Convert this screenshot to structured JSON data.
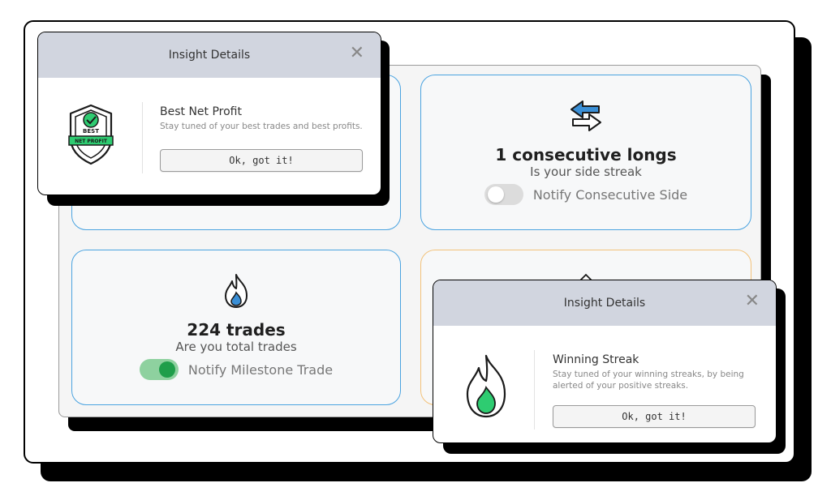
{
  "cards": {
    "consecutive": {
      "count": "1 consecutive longs",
      "subtitle": "Is your side streak",
      "toggle_label": "Notify Consecutive Side",
      "toggle_on": false,
      "icon": "swap-arrows-icon"
    },
    "trades": {
      "count": "224 trades",
      "subtitle": "Are you total trades",
      "toggle_label": "Notify Milestone Trade",
      "toggle_on": true,
      "icon": "flame-icon"
    }
  },
  "dialog_profit": {
    "title": "Insight Details",
    "close_glyph": "✕",
    "name": "Best Net Profit",
    "description": "Stay tuned of your best trades and best profits.",
    "button_label": "Ok, got it!",
    "badge_top": "BEST",
    "badge_bottom": "NET PROFIT",
    "icon": "best-net-profit-badge-icon"
  },
  "dialog_streak": {
    "title": "Insight Details",
    "close_glyph": "✕",
    "name": "Winning Streak",
    "description": "Stay tuned of your winning streaks, by being alerted of your positive streaks.",
    "button_label": "Ok, got it!",
    "icon": "green-flame-icon"
  },
  "colors": {
    "card_border_blue": "#4aa3e0",
    "card_border_orange": "#f3c27a",
    "dialog_header": "#d1d5df",
    "toggle_on": "#1e9e4a",
    "arrow_blue": "#3a8fd6",
    "flame_green": "#2ecc71"
  }
}
